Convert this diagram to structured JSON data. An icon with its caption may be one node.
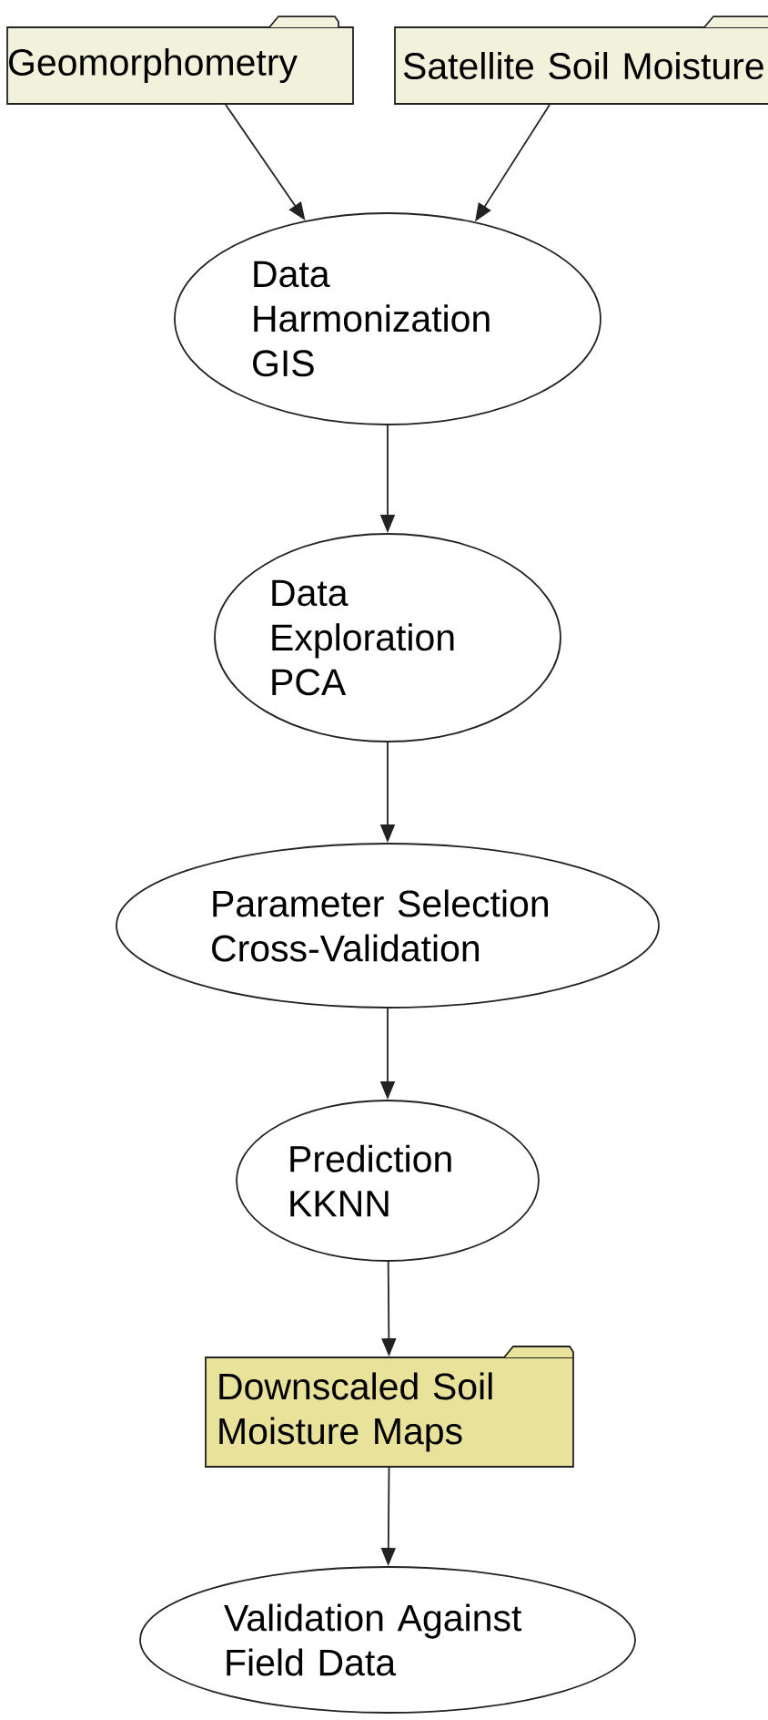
{
  "diagram": {
    "nodes": [
      {
        "text": [
          "Geomorphometry"
        ]
      },
      {
        "text": [
          "Satellite Soil Moisture"
        ]
      },
      {
        "text": [
          "Data Harmonization GIS"
        ]
      },
      {
        "text": [
          "Data Exploration PCA"
        ]
      },
      {
        "text": [
          "Parameter Selection Cross-Validation"
        ]
      },
      {
        "text": [
          "Prediction KKNN"
        ]
      },
      {
        "text": [
          "Downscaled Soil Moisture Maps"
        ]
      },
      {
        "text": [
          "Validation Against Field Data"
        ]
      }
    ],
    "edges": [
      {
        "from": 0,
        "to": 2,
        "arrow": "to"
      },
      {
        "from": 1,
        "to": 2,
        "arrow": "to"
      },
      {
        "from": 2,
        "to": 3,
        "arrow": "to"
      },
      {
        "from": 3,
        "to": 4,
        "arrow": "to"
      },
      {
        "from": 4,
        "to": 5,
        "arrow": "to"
      },
      {
        "from": 5,
        "to": 6,
        "arrow": "to"
      },
      {
        "from": 6,
        "to": 7,
        "arrow": "to"
      }
    ]
  }
}
